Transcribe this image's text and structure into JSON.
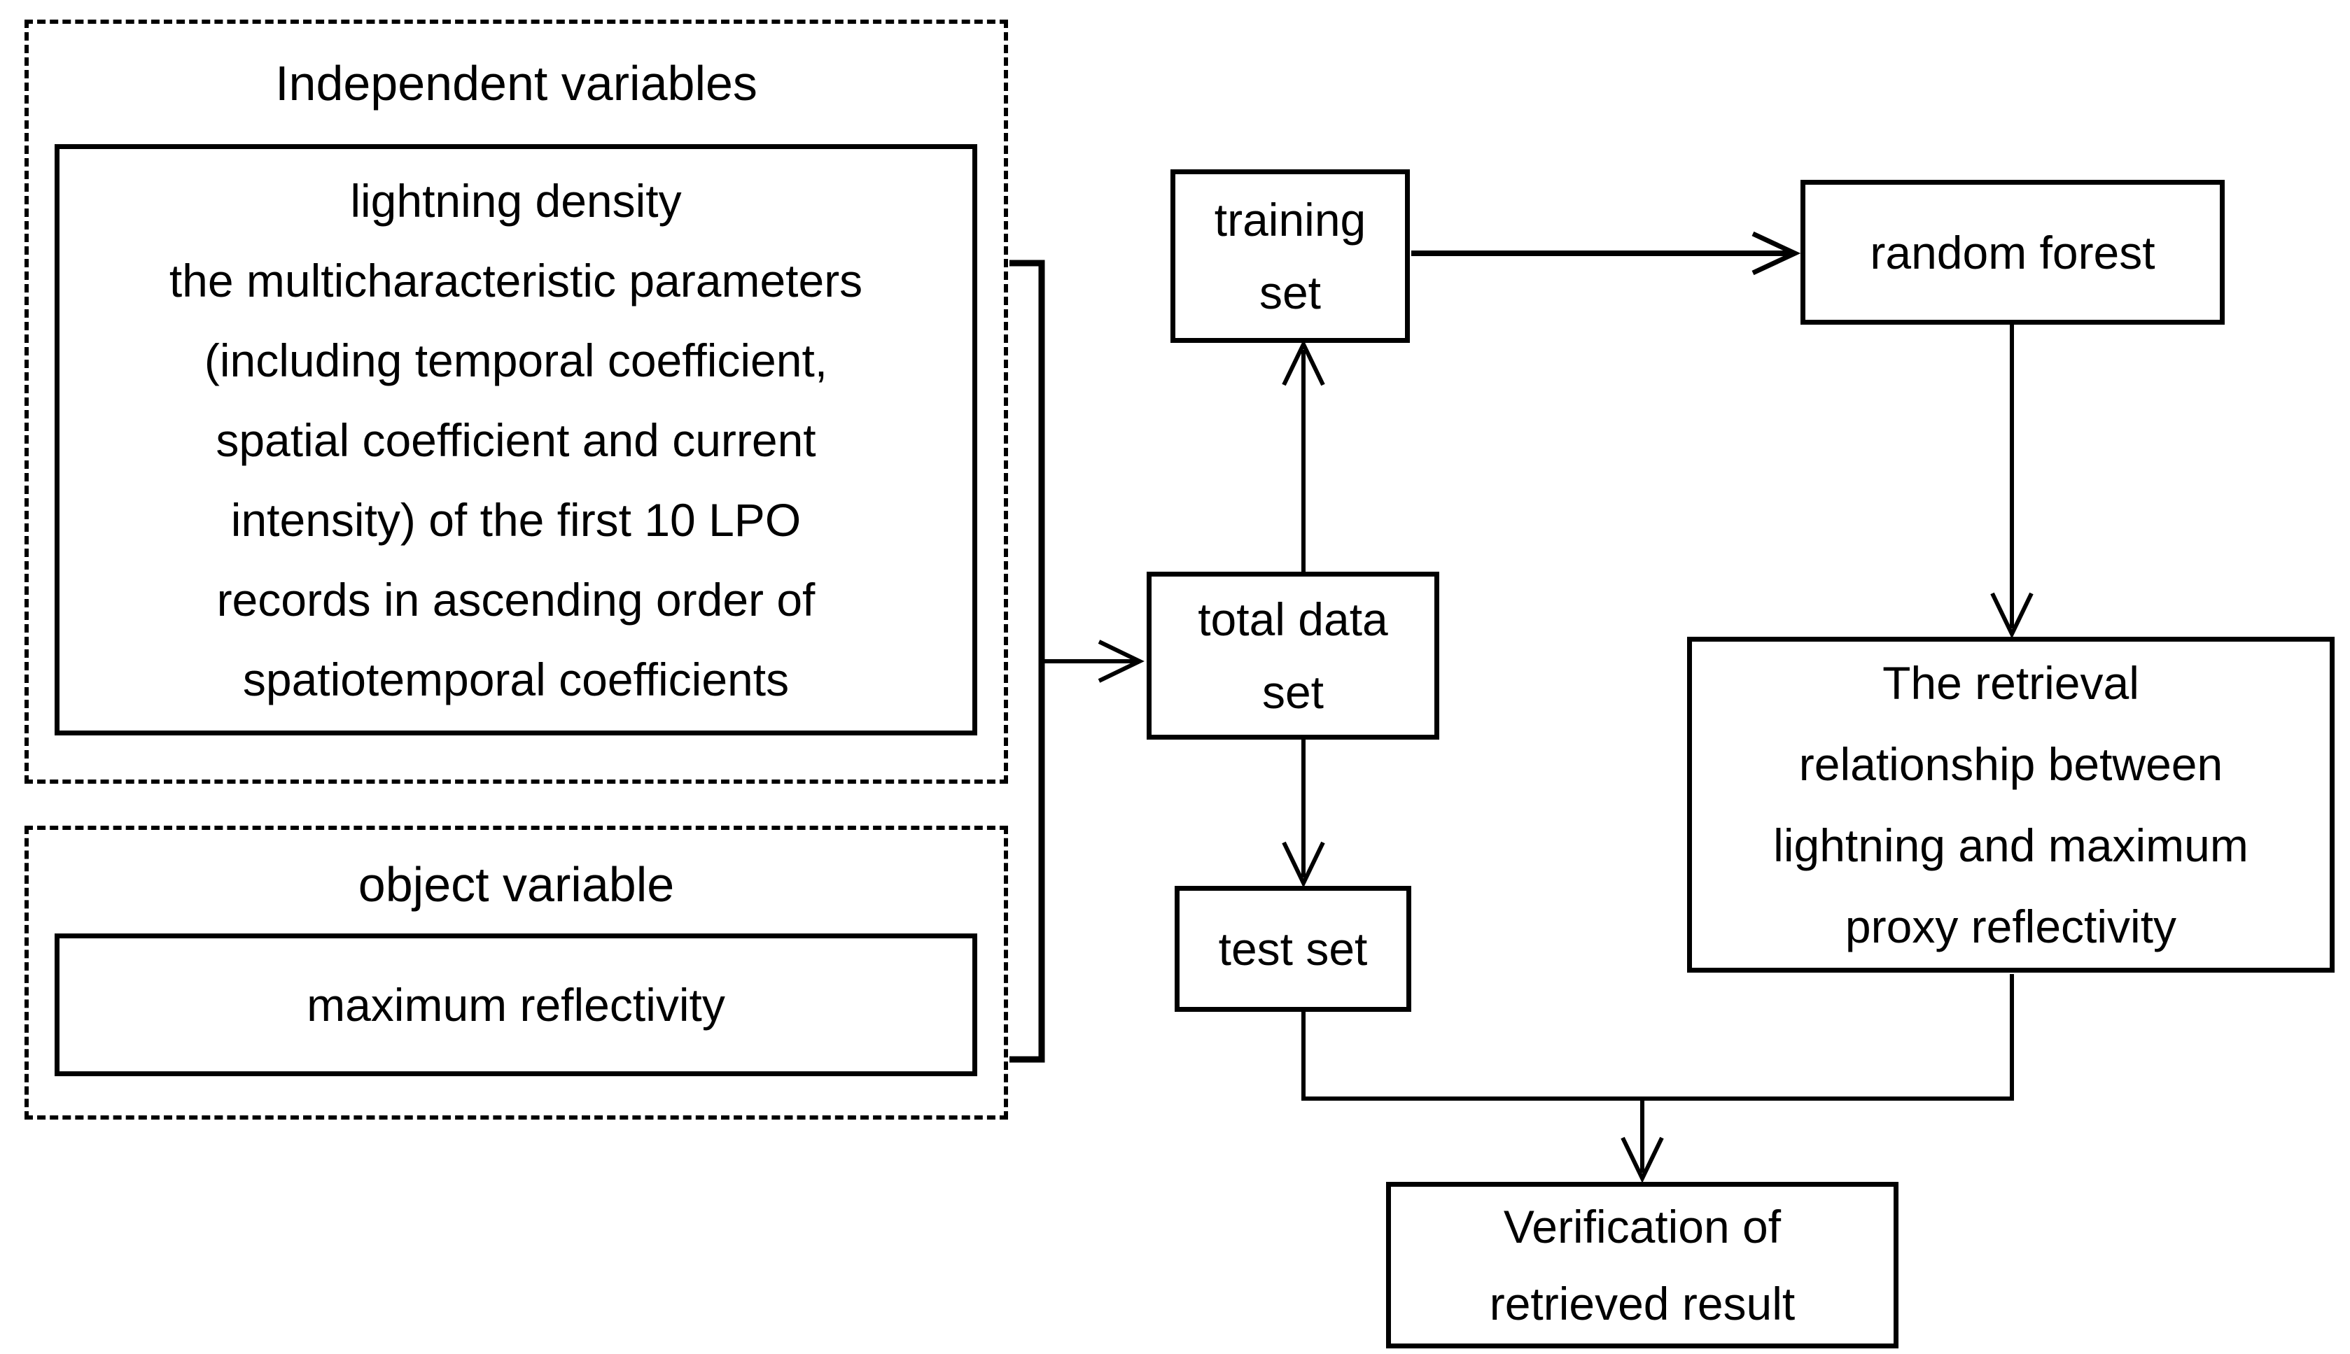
{
  "diagram": {
    "independent_variables": {
      "title": "Independent variables",
      "content": "lightning density\nthe multicharacteristic parameters\n(including temporal coefficient,\nspatial coefficient and current\nintensity) of the first 10 LPO\nrecords in ascending order of\nspatiotemporal coefficients"
    },
    "object_variable": {
      "title": "object variable",
      "content": "maximum reflectivity"
    },
    "nodes": {
      "training_set": "training\nset",
      "total_data_set": "total data\nset",
      "test_set": "test set",
      "random_forest": "random forest",
      "retrieval_relationship": "The retrieval\nrelationship between\nlightning and maximum\nproxy reflectivity",
      "verification": "Verification of\nretrieved result"
    },
    "colors": {
      "line": "#000000",
      "background": "#ffffff",
      "text": "#000000"
    }
  }
}
